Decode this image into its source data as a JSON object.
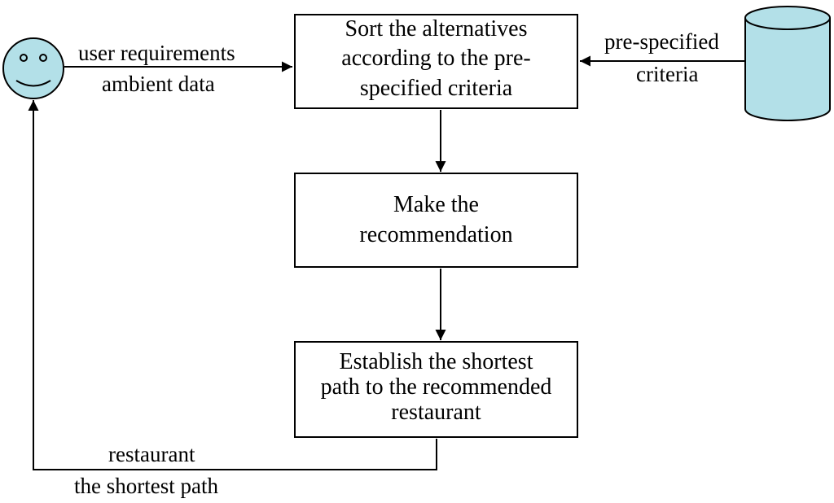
{
  "boxes": {
    "sort": "Sort the alternatives according to the pre-specified criteria",
    "recommend": "Make the recommendation",
    "path": "Establish the shortest path to the recommended restaurant"
  },
  "edges": {
    "user_requirements": "user requirements",
    "ambient_data": "ambient data",
    "pre_specified": "pre-specified",
    "criteria": "criteria",
    "restaurant": "restaurant",
    "shortest_path": "the shortest path"
  },
  "colors": {
    "stroke": "#000000",
    "node_fill": "#b3e0e8"
  },
  "icons": {
    "user": "smiley-face-icon",
    "criteria_store": "database-cylinder-icon"
  }
}
